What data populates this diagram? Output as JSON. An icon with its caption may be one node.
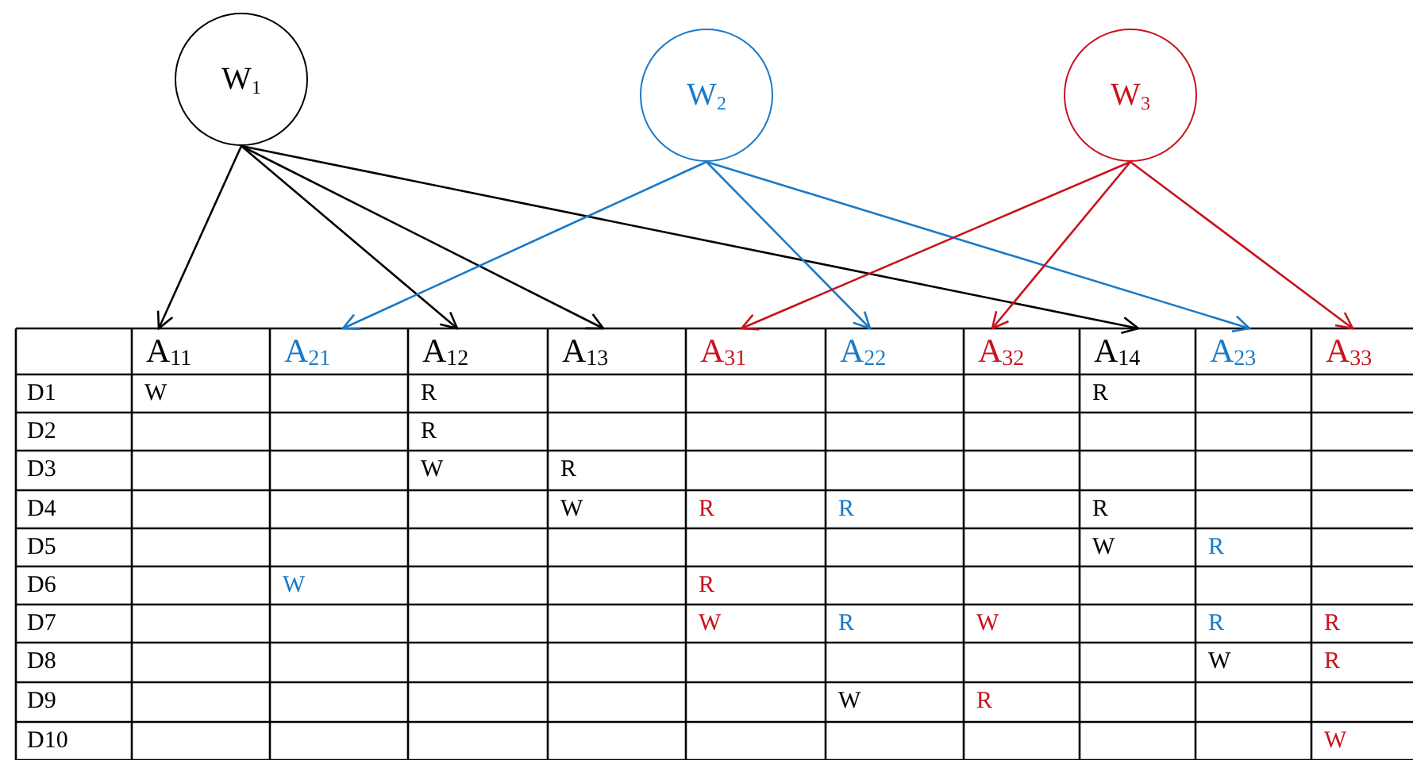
{
  "diagram": {
    "nodes": [
      {
        "text": [
          "W$_{1}$"
        ]
      },
      {
        "text": [
          "W$_{2}$"
        ]
      },
      {
        "text": [
          "W$_{3}$"
        ]
      },
      {
        "text": [
          "A$_{11}$"
        ]
      },
      {
        "text": [
          "A$_{21}$"
        ]
      },
      {
        "text": [
          "A$_{12}$"
        ]
      },
      {
        "text": [
          "A$_{13}$"
        ]
      },
      {
        "text": [
          "A$_{31}$"
        ]
      },
      {
        "text": [
          "A$_{22}$"
        ]
      },
      {
        "text": [
          "A$_{32}$"
        ]
      },
      {
        "text": [
          "A$_{14}$"
        ]
      },
      {
        "text": [
          "A$_{23}$"
        ]
      },
      {
        "text": [
          "A$_{33}$"
        ]
      }
    ],
    "edges": [
      {
        "from": 0,
        "to": 3,
        "arrow": "to"
      },
      {
        "from": 0,
        "to": 5,
        "arrow": "to"
      },
      {
        "from": 0,
        "to": 6,
        "arrow": "to"
      },
      {
        "from": 0,
        "to": 10,
        "arrow": "to"
      },
      {
        "from": 1,
        "to": 4,
        "arrow": "to",
        "color": "#1a7ac8"
      },
      {
        "from": 1,
        "to": 8,
        "arrow": "to",
        "color": "#1a7ac8"
      },
      {
        "from": 1,
        "to": 11,
        "arrow": "to",
        "color": "#1a7ac8"
      },
      {
        "from": 2,
        "to": 7,
        "arrow": "to",
        "color": "#c8141e"
      },
      {
        "from": 2,
        "to": 9,
        "arrow": "to",
        "color": "#c8141e"
      },
      {
        "from": 2,
        "to": 12,
        "arrow": "to",
        "color": "#c8141e"
      }
    ],
    "labels": [
      "D1",
      "W",
      "R",
      "R",
      "D2",
      "R",
      "D3",
      "W",
      "R",
      "D4",
      "W",
      "R",
      "R",
      "R",
      "D5",
      "W",
      "R",
      "D6",
      "W",
      "R",
      "D7",
      "W",
      "R",
      "W",
      "R",
      "R",
      "D8",
      "W",
      "R",
      "D9",
      "W",
      "R",
      "D10",
      "W"
    ]
  }
}
